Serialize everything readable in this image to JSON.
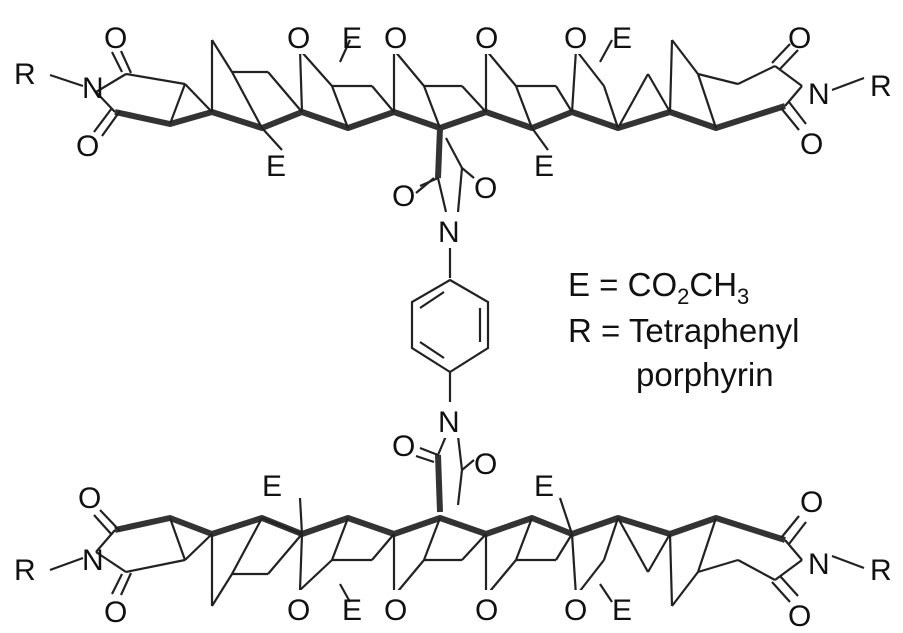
{
  "atoms": {
    "r": "R",
    "n": "N",
    "o": "O",
    "e": "E"
  },
  "legend": {
    "e_lhs": "E = CO",
    "e_sub1": "2",
    "e_mid": "CH",
    "e_sub2": "3",
    "r_line1": "R = Tetraphenyl",
    "r_line2": "porphyrin"
  },
  "colors": {
    "ink": "#111111",
    "bond_bold": "#333333",
    "background": "#ffffff"
  }
}
